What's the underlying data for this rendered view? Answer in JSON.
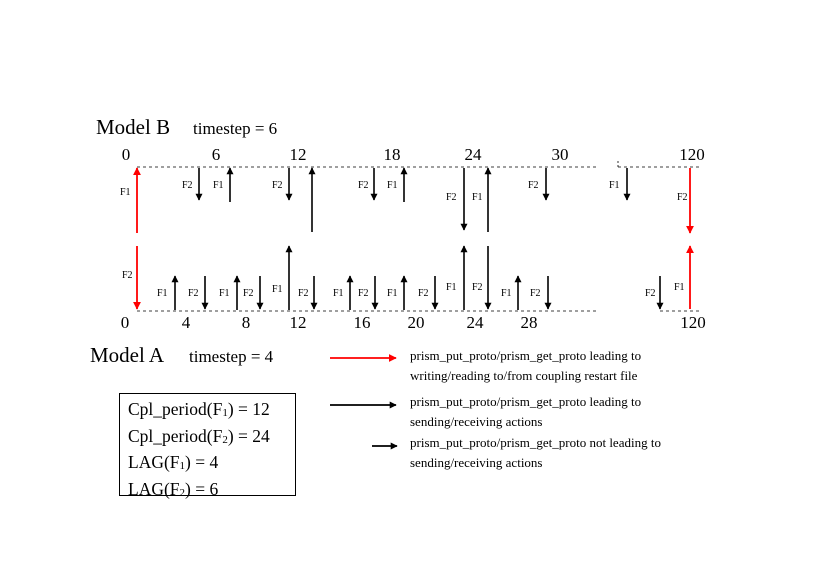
{
  "model_b": {
    "name": "Model B",
    "timestep_label": "timestep = 6",
    "tick_labels": [
      "0",
      "6",
      "12",
      "18",
      "24",
      "30",
      "120"
    ]
  },
  "model_a": {
    "name": "Model A",
    "timestep_label": "timestep = 4",
    "tick_labels": [
      "0",
      "4",
      "8",
      "12",
      "16",
      "20",
      "24",
      "28",
      "120"
    ]
  },
  "field_labels": {
    "f1": "F1",
    "f2": "F2"
  },
  "legend": {
    "red_long": {
      "line1": "prism_put_proto/prism_get_proto leading to",
      "line2": "writing/reading to/from coupling restart file",
      "color": "#ff0000"
    },
    "black_long": {
      "line1": "prism_put_proto/prism_get_proto leading to",
      "line2": "sending/receiving actions",
      "color": "#000000"
    },
    "black_short": {
      "line1": "prism_put_proto/prism_get_proto not leading to",
      "line2": "sending/receiving actions",
      "color": "#000000"
    }
  },
  "params": {
    "cpl_f1": {
      "prefix": "Cpl_period(F",
      "sub": "1",
      "suffix": ") = 12"
    },
    "cpl_f2": {
      "prefix": "Cpl_period(F",
      "sub": "2",
      "suffix": ") = 24"
    },
    "lag_f1": {
      "prefix": "LAG(F",
      "sub": "1",
      "suffix": ") = 4"
    },
    "lag_f2": {
      "prefix": "LAG(F",
      "sub": "2",
      "suffix": ") = 6"
    }
  }
}
